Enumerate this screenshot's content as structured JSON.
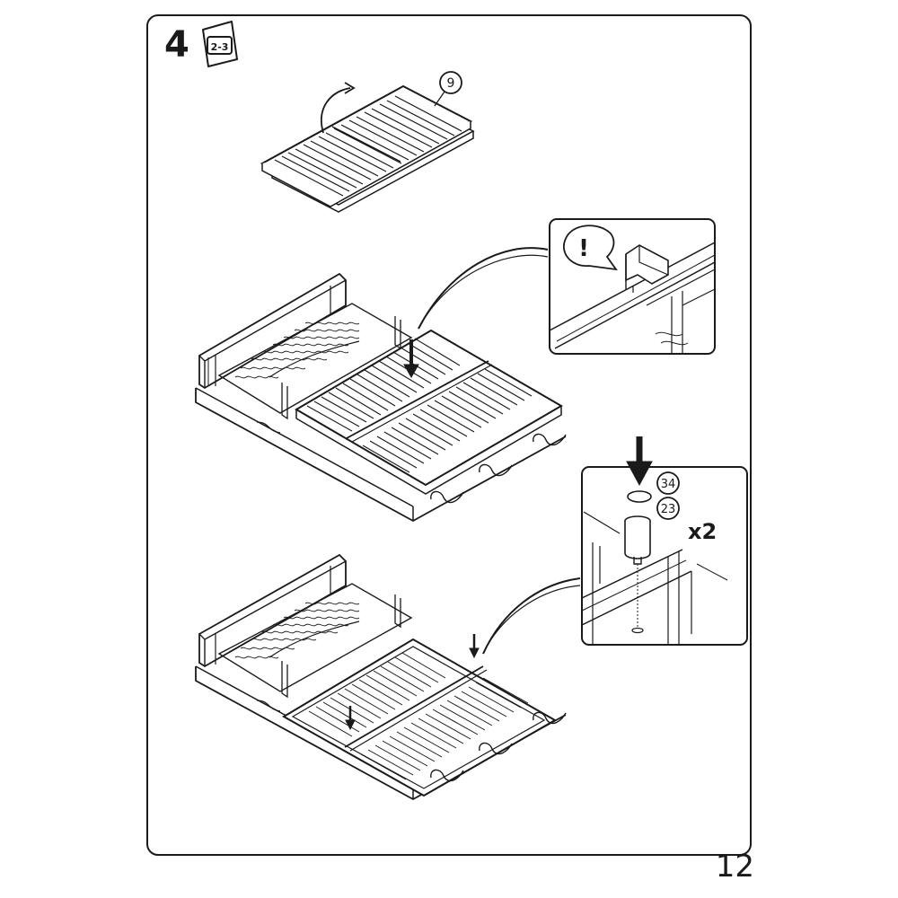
{
  "step": {
    "number": "4",
    "people_badge": "2-3"
  },
  "callouts": {
    "part_9": "9",
    "part_34": "34",
    "part_23": "23",
    "quantity": "x2"
  },
  "warning": {
    "symbol": "!"
  },
  "page": {
    "number": "12"
  },
  "colors": {
    "line": "#1a1a1a",
    "background": "#ffffff"
  }
}
